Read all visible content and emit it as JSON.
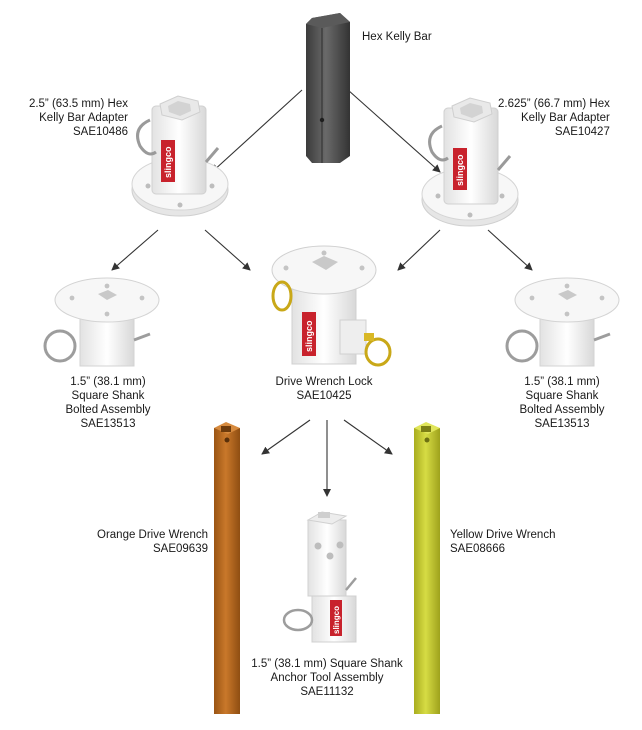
{
  "colors": {
    "kelly_bar": "#4e4e4e",
    "orange_wrench": "#b8671c",
    "yellow_wrench": "#c3c92d",
    "brand_red": "#c8222c",
    "part_white": "#f4f4f4",
    "arrow": "#333333"
  },
  "brand": {
    "logo_text": "slingco"
  },
  "labels": {
    "hex_kelly_bar": [
      "Hex Kelly Bar"
    ],
    "adapter_left": [
      "2.5” (63.5 mm) Hex",
      "Kelly Bar Adapter",
      "SAE10486"
    ],
    "adapter_right": [
      "2.625” (66.7 mm) Hex",
      "Kelly Bar Adapter",
      "SAE10427"
    ],
    "bolted_left": [
      "1.5” (38.1 mm)",
      "Square Shank",
      "Bolted Assembly",
      "SAE13513"
    ],
    "bolted_right": [
      "1.5” (38.1 mm)",
      "Square Shank",
      "Bolted Assembly",
      "SAE13513"
    ],
    "drive_wrench_lock": [
      "Drive Wrench Lock",
      "SAE10425"
    ],
    "orange_wrench": [
      "Orange Drive Wrench",
      "SAE09639"
    ],
    "yellow_wrench": [
      "Yellow Drive Wrench",
      "SAE08666"
    ],
    "anchor_tool": [
      "1.5” (38.1 mm) Square Shank",
      "Anchor Tool Assembly",
      "SAE11132"
    ]
  },
  "nodes": [
    {
      "id": "hex_kelly_bar",
      "label": "Hex Kelly Bar"
    },
    {
      "id": "adapter_left",
      "label": "2.5” (63.5 mm) Hex Kelly Bar Adapter SAE10486"
    },
    {
      "id": "adapter_right",
      "label": "2.625” (66.7 mm) Hex Kelly Bar Adapter SAE10427"
    },
    {
      "id": "bolted_left",
      "label": "1.5” (38.1 mm) Square Shank Bolted Assembly SAE13513"
    },
    {
      "id": "drive_wrench_lock",
      "label": "Drive Wrench Lock SAE10425"
    },
    {
      "id": "bolted_right",
      "label": "1.5” (38.1 mm) Square Shank Bolted Assembly SAE13513"
    },
    {
      "id": "orange_wrench",
      "label": "Orange Drive Wrench SAE09639"
    },
    {
      "id": "anchor_tool",
      "label": "1.5” (38.1 mm) Square Shank Anchor Tool Assembly SAE11132"
    },
    {
      "id": "yellow_wrench",
      "label": "Yellow Drive Wrench SAE08666"
    }
  ],
  "edges": [
    {
      "from": "hex_kelly_bar",
      "to": "adapter_left"
    },
    {
      "from": "hex_kelly_bar",
      "to": "adapter_right"
    },
    {
      "from": "adapter_left",
      "to": "bolted_left"
    },
    {
      "from": "adapter_left",
      "to": "drive_wrench_lock"
    },
    {
      "from": "adapter_right",
      "to": "drive_wrench_lock"
    },
    {
      "from": "adapter_right",
      "to": "bolted_right"
    },
    {
      "from": "drive_wrench_lock",
      "to": "orange_wrench"
    },
    {
      "from": "drive_wrench_lock",
      "to": "anchor_tool"
    },
    {
      "from": "drive_wrench_lock",
      "to": "yellow_wrench"
    }
  ]
}
